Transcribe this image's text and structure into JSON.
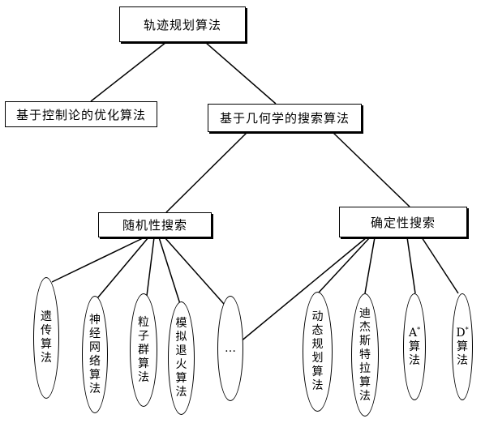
{
  "root": "轨迹规划算法",
  "level1": [
    "基于控制论的优化算法",
    "基于几何学的搜索算法"
  ],
  "level2": [
    "随机性搜索",
    "确定性搜索"
  ],
  "random_leaves": [
    "遗传算法",
    "神经网络算法",
    "粒子群算法",
    "模拟退火算法"
  ],
  "ellipsis": "…",
  "deterministic_leaves": [
    "动态规划算法",
    "迪杰斯特拉算法"
  ],
  "astar": {
    "letter": "A",
    "sup": "*",
    "suffix": "算法"
  },
  "dstar": {
    "letter": "D",
    "sup": "*",
    "suffix": "算法"
  }
}
